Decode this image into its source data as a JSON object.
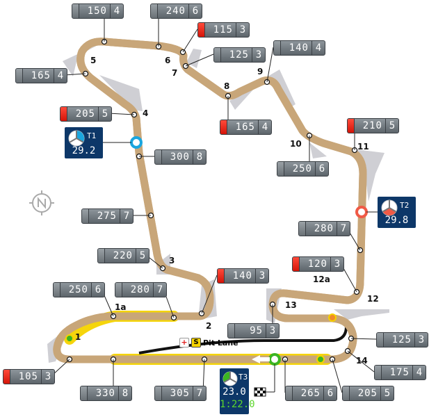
{
  "speed_labels": [
    {
      "speed": "150",
      "gear": "4",
      "braking": false
    },
    {
      "speed": "240",
      "gear": "6",
      "braking": false
    },
    {
      "speed": "115",
      "gear": "3",
      "braking": true
    },
    {
      "speed": "125",
      "gear": "3",
      "braking": false
    },
    {
      "speed": "140",
      "gear": "4",
      "braking": false
    },
    {
      "speed": "165",
      "gear": "4",
      "braking": false
    },
    {
      "speed": "205",
      "gear": "5",
      "braking": true
    },
    {
      "speed": "300",
      "gear": "8",
      "braking": false
    },
    {
      "speed": "165",
      "gear": "4",
      "braking": true
    },
    {
      "speed": "250",
      "gear": "6",
      "braking": false
    },
    {
      "speed": "210",
      "gear": "5",
      "braking": true
    },
    {
      "speed": "280",
      "gear": "7",
      "braking": false
    },
    {
      "speed": "275",
      "gear": "7",
      "braking": false
    },
    {
      "speed": "220",
      "gear": "5",
      "braking": false
    },
    {
      "speed": "140",
      "gear": "3",
      "braking": true
    },
    {
      "speed": "120",
      "gear": "3",
      "braking": true
    },
    {
      "speed": "250",
      "gear": "6",
      "braking": false
    },
    {
      "speed": "280",
      "gear": "7",
      "braking": false
    },
    {
      "speed": "95",
      "gear": "3",
      "braking": false
    },
    {
      "speed": "125",
      "gear": "3",
      "braking": false
    },
    {
      "speed": "105",
      "gear": "3",
      "braking": true
    },
    {
      "speed": "330",
      "gear": "8",
      "braking": false
    },
    {
      "speed": "305",
      "gear": "7",
      "braking": false
    },
    {
      "speed": "265",
      "gear": "6",
      "braking": false
    },
    {
      "speed": "205",
      "gear": "5",
      "braking": false
    },
    {
      "speed": "175",
      "gear": "4",
      "braking": false
    }
  ],
  "turns": [
    "1",
    "1a",
    "2",
    "3",
    "4",
    "5",
    "6",
    "7",
    "8",
    "9",
    "10",
    "11",
    "12",
    "12a",
    "13",
    "14"
  ],
  "sectors": [
    {
      "name": "T1",
      "time": "29.2",
      "color": "#1aa6df"
    },
    {
      "name": "T2",
      "time": "29.8",
      "color": "#f05a46"
    },
    {
      "name": "T3",
      "time": "23.0",
      "color": "#3cb521",
      "lap_time": "1:22.0"
    }
  ],
  "pit_lane": {
    "label": "Pit Lane",
    "cross_icon": "+",
    "s_badge": "S"
  },
  "colors": {
    "track_edge": "#c8a679",
    "track": "#111111",
    "drs": "#f5d300",
    "runoff": "#c9c9cf",
    "sector_box": "#0d3768"
  }
}
